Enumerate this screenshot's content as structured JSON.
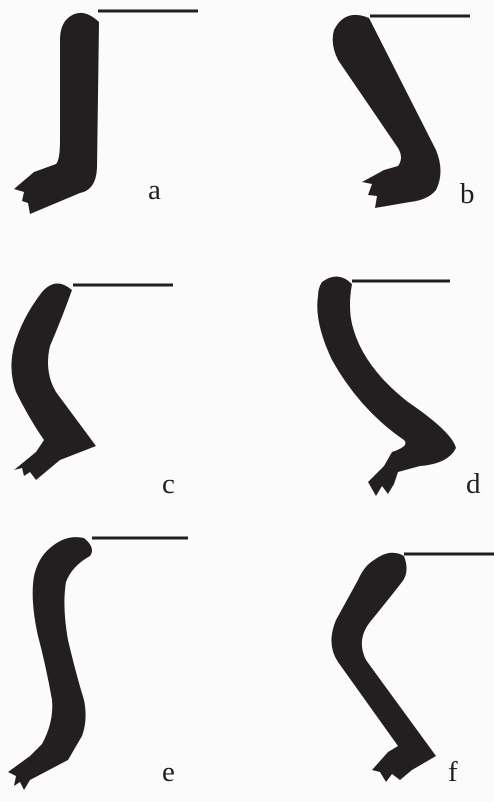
{
  "panels": [
    {
      "id": "a",
      "label": "a"
    },
    {
      "id": "b",
      "label": "b"
    },
    {
      "id": "c",
      "label": "c"
    },
    {
      "id": "d",
      "label": "d"
    },
    {
      "id": "e",
      "label": "e"
    },
    {
      "id": "f",
      "label": "f"
    }
  ],
  "colors": {
    "ink": "#231f20",
    "background": "#fbfbfb"
  }
}
